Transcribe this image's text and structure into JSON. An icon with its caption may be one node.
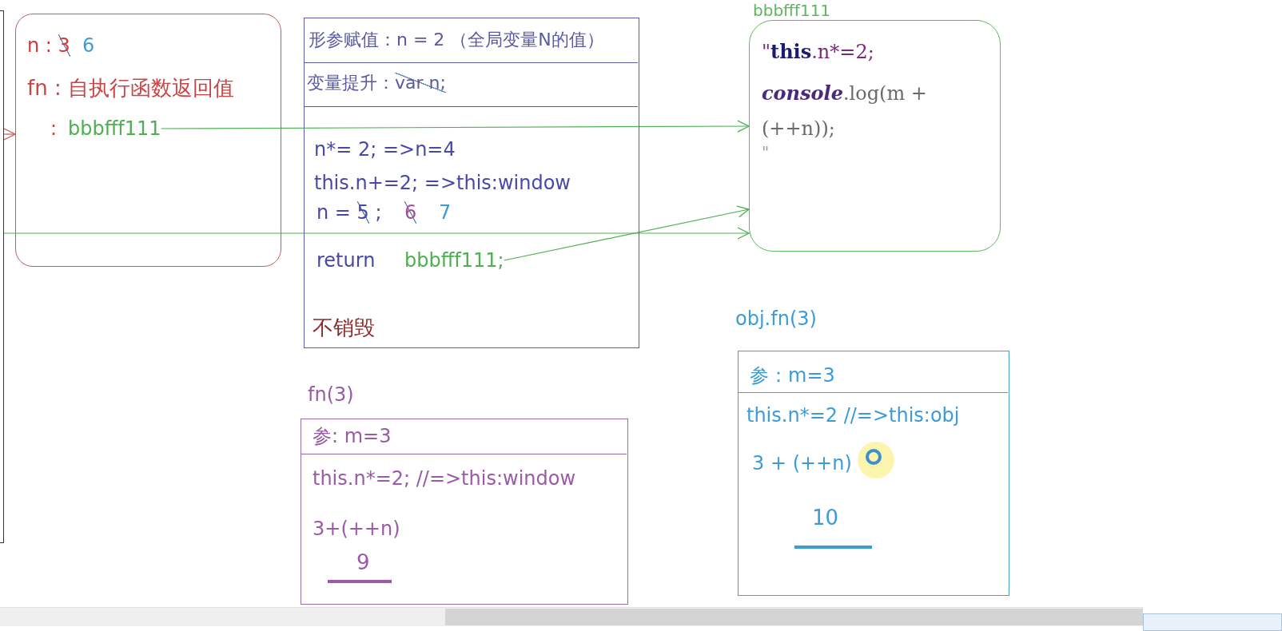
{
  "diagram": {
    "nodes": [
      {
        "text": [],
        "shape": "box"
      },
      {
        "text": [
          "n : 3",
          "6",
          "fn : 自执行函数返回值"
        ]
      },
      {
        "text": [
          ":",
          "bbbfff111"
        ],
        "in": 1
      },
      {
        "text": [
          "形参赋值：n = 2 （全局变量N的值）",
          "变量提升：var n;",
          "n*= 2; =>n=4",
          "this.n+=2; =>this:window",
          "n = 5 ;",
          "6",
          "7",
          "return",
          "不销毁"
        ]
      },
      {
        "text": [
          "bbbfff111;"
        ],
        "in": 3
      },
      {
        "text": [
          "bbbfff111",
          "\"this.n*=2;",
          "console.log(m + (++n));",
          "\""
        ]
      },
      {
        "text": [
          "fn(3)",
          "参: m=3",
          "this.n*=2; //=>this:window",
          "3+(++n)",
          "9"
        ]
      },
      {
        "text": [
          "obj.fn(3)",
          "参：m=3",
          "this.n*=2 //=>this:obj",
          "3 + (++n)",
          "10"
        ]
      }
    ],
    "edges": [
      {
        "from": 0,
        "to": 1,
        "arrow": "to",
        "color": "#c9595c"
      },
      {
        "from": 2,
        "to": 5,
        "arrow": "to"
      },
      {
        "from": 4,
        "to": 5,
        "arrow": "to"
      },
      {
        "from": 0,
        "to": 5,
        "arrow": "to"
      }
    ]
  }
}
